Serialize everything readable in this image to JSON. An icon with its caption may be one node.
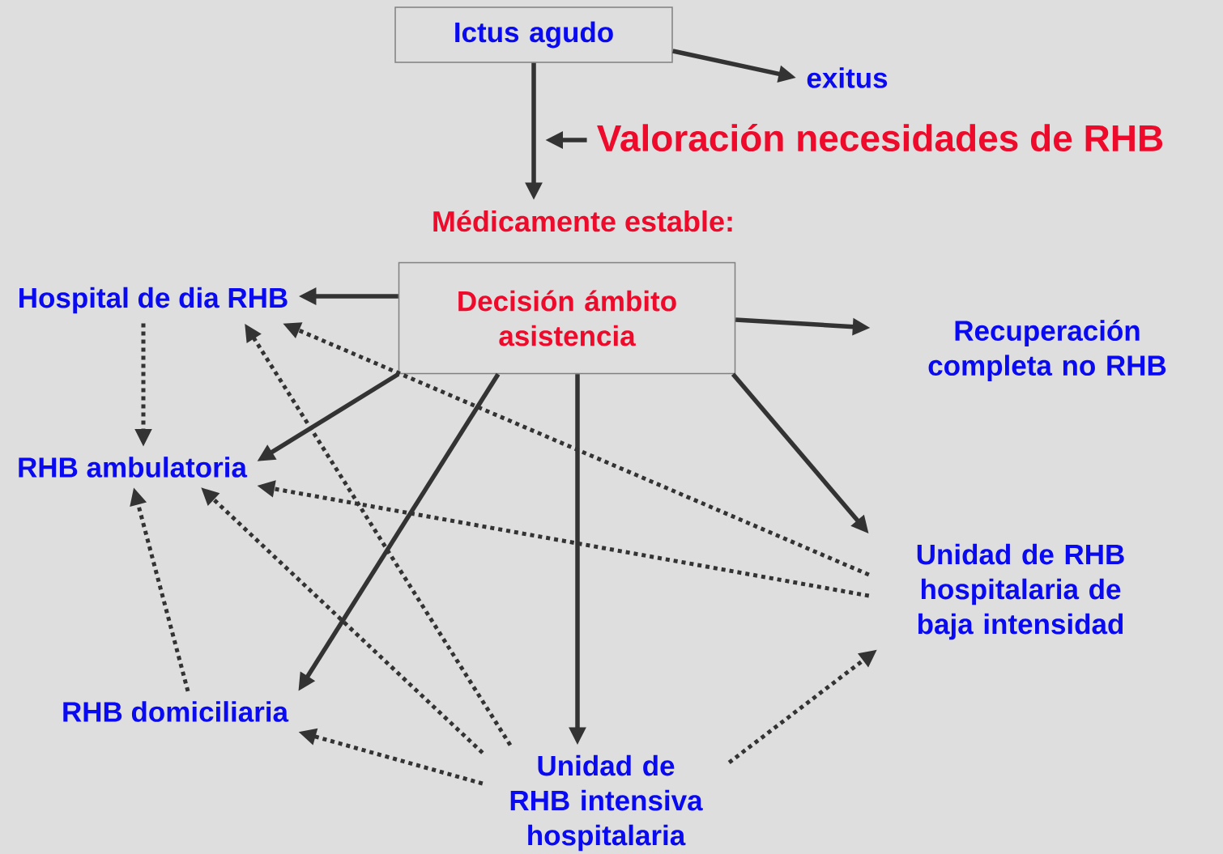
{
  "diagram": {
    "nodes": [
      {
        "text": [
          "Ictus agudo"
        ]
      },
      {
        "text": [
          "exitus"
        ]
      },
      {
        "text": [
          "Valoración necesidades de RHB"
        ]
      },
      {
        "text": [
          "Médicamente estable:"
        ]
      },
      {
        "text": [
          "Decisión ámbito asistencia"
        ]
      },
      {
        "text": [
          "Hospital de dia RHB"
        ]
      },
      {
        "text": [
          "Recuperación completa no RHB"
        ]
      },
      {
        "text": [
          "RHB ambulatoria"
        ]
      },
      {
        "text": [
          "Unidad de RHB hospitalaria de baja intensidad"
        ]
      },
      {
        "text": [
          "RHB domiciliaria"
        ]
      },
      {
        "text": [
          "Unidad de RHB intensiva hospitalaria"
        ]
      }
    ],
    "edges": [
      {
        "from": 0,
        "to": 1,
        "arrow": "to"
      },
      {
        "from": 0,
        "to": 3,
        "arrow": "to"
      },
      {
        "from": 2,
        "to": null,
        "arrow": "to"
      },
      {
        "from": 4,
        "to": 5,
        "arrow": "to"
      },
      {
        "from": 4,
        "to": 6,
        "arrow": "to"
      },
      {
        "from": 4,
        "to": 7,
        "arrow": "to"
      },
      {
        "from": 4,
        "to": 9,
        "arrow": "to"
      },
      {
        "from": 4,
        "to": 10,
        "arrow": "to"
      },
      {
        "from": 4,
        "to": 8,
        "arrow": "to"
      },
      {
        "from": 5,
        "to": 7,
        "arrow": "to",
        "style": "dashed"
      },
      {
        "from": 8,
        "to": 5,
        "arrow": "to",
        "style": "dashed"
      },
      {
        "from": 8,
        "to": 7,
        "arrow": "to",
        "style": "dashed"
      },
      {
        "from": 10,
        "to": 5,
        "arrow": "to",
        "style": "dashed"
      },
      {
        "from": 10,
        "to": 7,
        "arrow": "to",
        "style": "dashed"
      },
      {
        "from": 10,
        "to": 9,
        "arrow": "to",
        "style": "dashed"
      },
      {
        "from": 10,
        "to": 8,
        "arrow": "to",
        "style": "dashed"
      },
      {
        "from": 9,
        "to": 7,
        "arrow": "to",
        "style": "dashed"
      }
    ]
  }
}
